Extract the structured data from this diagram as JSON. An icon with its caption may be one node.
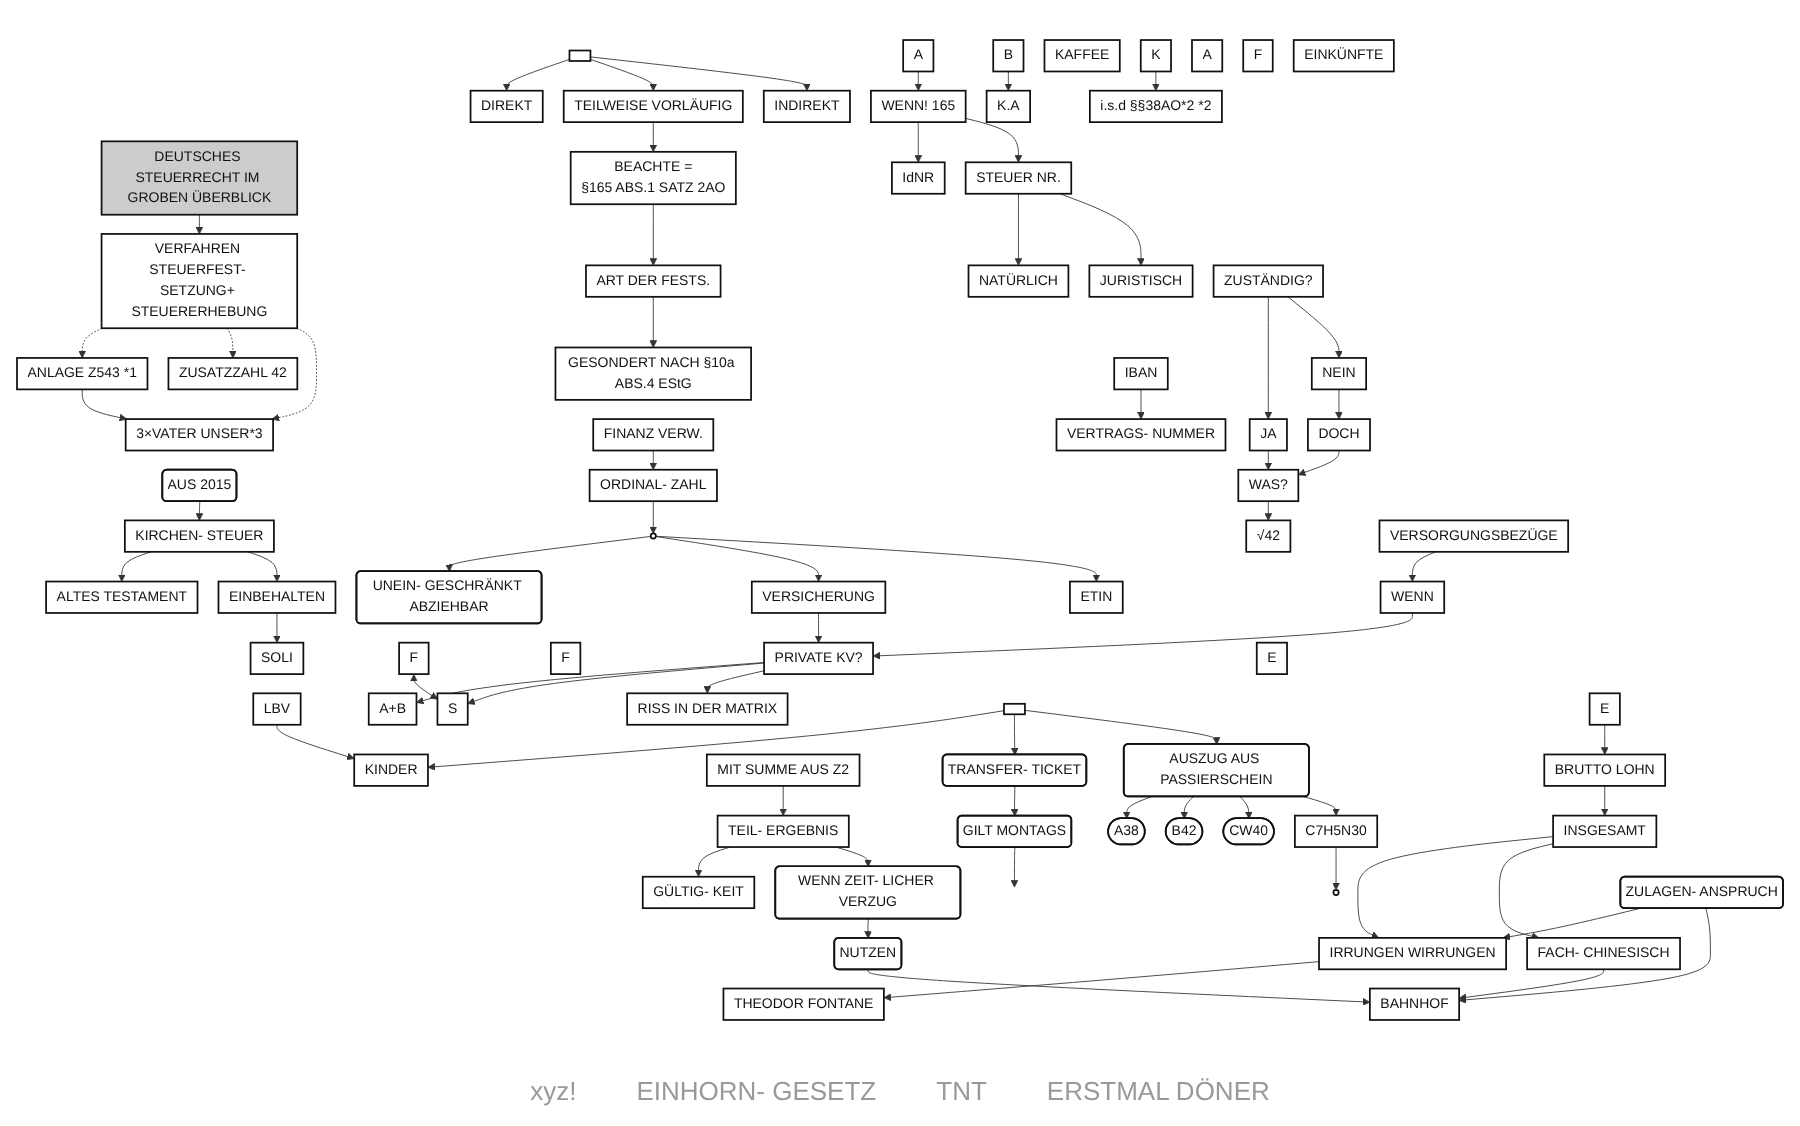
{
  "diagram": {
    "nodes": [
      {
        "text": [
          "DEUTSCHES STEUERRECHT IM GROBEN ÜBERBLICK"
        ]
      },
      {
        "text": [
          "VERFAHREN STEUERFEST- SETZUNG+ STEUERERHEBUNG"
        ]
      },
      {
        "text": [
          "ANLAGE Z543 *1"
        ]
      },
      {
        "text": [
          "ZUSATZZAHL 42"
        ]
      },
      {
        "text": [
          "3×VATER UNSER*3"
        ]
      },
      {
        "text": [],
        "shape": "box"
      },
      {
        "text": [
          "DIREKT"
        ]
      },
      {
        "text": [
          "TEILWEISE VORLÄUFIG"
        ]
      },
      {
        "text": [
          "INDIREKT"
        ]
      },
      {
        "text": [
          "IdNR"
        ]
      },
      {
        "text": [
          "BEACHTE =",
          "§165 ABS.1 SATZ 2AO"
        ]
      },
      {
        "text": [
          "ART DER FESTS."
        ]
      },
      {
        "text": [
          "GESONDERT NACH §10a ABS.4 EStG"
        ]
      },
      {
        "text": [
          "WENN! 165"
        ]
      },
      {
        "text": [
          "A"
        ]
      },
      {
        "text": [
          "B"
        ]
      },
      {
        "text": [
          "STEUER NR."
        ]
      },
      {
        "text": [
          "NATÜRLICH"
        ]
      },
      {
        "text": [
          "JURISTISCH"
        ]
      },
      {
        "text": [
          "KAFFEE"
        ]
      },
      {
        "text": [
          "K.A"
        ]
      },
      {
        "text": [
          "GÜLTIG- KEIT"
        ]
      },
      {
        "text": [
          "AUS 2015"
        ]
      },
      {
        "text": [
          "KIRCHEN- STEUER"
        ]
      },
      {
        "text": [
          "K"
        ]
      },
      {
        "text": [
          "i.s.d §§38AO*2 *2"
        ]
      },
      {
        "text": [
          "FINANZ VERW."
        ]
      },
      {
        "text": [
          "A"
        ]
      },
      {
        "text": [
          "IBAN"
        ]
      },
      {
        "text": [
          "VERTRAGS- NUMMER"
        ]
      },
      {
        "text": [
          "F"
        ]
      },
      {
        "text": [
          "ZUSTÄNDIG?"
        ]
      },
      {
        "text": [
          "JA"
        ]
      },
      {
        "text": [
          "NEIN"
        ]
      },
      {
        "text": [
          "WAS?"
        ]
      },
      {
        "text": [
          "DOCH"
        ]
      },
      {
        "text": [
          "√42"
        ]
      },
      {
        "text": [
          "EINKÜNFTE"
        ]
      },
      {
        "text": [
          "UNEIN- GESCHRÄNKT ABZIEHBAR"
        ]
      },
      {
        "text": [],
        "shape": "circle"
      },
      {
        "text": [
          "ORDINAL- ZAHL"
        ]
      },
      {
        "text": [
          "ALTES TESTAMENT"
        ]
      },
      {
        "text": [
          "VERSICHERUNG"
        ]
      },
      {
        "text": [
          "PRIVATE KV?"
        ]
      },
      {
        "text": [
          "A+B"
        ]
      },
      {
        "text": [
          "ETIN"
        ]
      },
      {
        "text": [
          "EINBEHALTEN"
        ]
      },
      {
        "text": [
          "F"
        ]
      },
      {
        "text": [
          "S"
        ]
      },
      {
        "text": [
          "SOLI"
        ]
      },
      {
        "text": [
          "RISS IN DER MATRIX"
        ]
      },
      {
        "text": [
          "WENN"
        ]
      },
      {
        "text": [
          "VERSORGUNGSBEZÜGE"
        ]
      },
      {
        "text": [
          "LBV"
        ]
      },
      {
        "text": [
          "KINDER"
        ]
      },
      {
        "text": [
          "GILT MONTAGS"
        ]
      },
      {
        "text": [
          "TRANSFER- TICKET"
        ]
      },
      {
        "text": [],
        "shape": "box"
      },
      {
        "text": [
          "F"
        ]
      },
      {
        "text": [
          "E"
        ]
      },
      {
        "text": [
          "AUSZUG AUS PASSIERSCHEIN"
        ]
      },
      {
        "text": [
          "A38"
        ]
      },
      {
        "text": [
          "B42"
        ]
      },
      {
        "text": [
          "CW40"
        ]
      },
      {
        "text": [
          "C7H5N30"
        ]
      },
      {
        "text": [],
        "shape": "circle"
      },
      {
        "text": [
          "TEIL- ERGEBNIS"
        ]
      },
      {
        "text": [
          "WENN ZEIT- LICHER VERZUG"
        ]
      },
      {
        "text": [
          "MIT SUMME AUS Z2"
        ]
      },
      {
        "text": [
          "E"
        ]
      },
      {
        "text": [
          "BRUTTO LOHN"
        ]
      },
      {
        "text": [
          "INSGESAMT"
        ]
      },
      {
        "text": [
          "IRRUNGEN WIRRUNGEN"
        ]
      },
      {
        "text": [
          "THEODOR FONTANE"
        ]
      },
      {
        "text": [
          "FACH- CHINESISCH"
        ]
      },
      {
        "text": [
          "NUTZEN"
        ]
      },
      {
        "text": [
          "ZULAGEN- ANSPRUCH"
        ]
      },
      {
        "text": [
          "BAHNHOF"
        ]
      }
    ],
    "edges": [
      {
        "from": 0,
        "to": 1,
        "arrow": "to"
      },
      {
        "from": 1,
        "to": 2,
        "arrow": "to",
        "style": "dashed"
      },
      {
        "from": 1,
        "to": 3,
        "arrow": "to",
        "style": "dashed"
      },
      {
        "from": 1,
        "to": 4,
        "arrow": "to",
        "style": "dashed"
      },
      {
        "from": 2,
        "to": 4,
        "arrow": "to"
      },
      {
        "from": 5,
        "to": 6,
        "arrow": "to"
      },
      {
        "from": 5,
        "to": 7,
        "arrow": "to"
      },
      {
        "from": 5,
        "to": 8,
        "arrow": "to"
      },
      {
        "from": 7,
        "to": 10,
        "arrow": "to"
      },
      {
        "from": 10,
        "to": 11,
        "arrow": "to"
      },
      {
        "from": 11,
        "to": 12,
        "arrow": "to"
      },
      {
        "from": 14,
        "to": 13,
        "arrow": "to"
      },
      {
        "from": 13,
        "to": 9,
        "arrow": "to"
      },
      {
        "from": 13,
        "to": 16,
        "arrow": "to"
      },
      {
        "from": 16,
        "to": 17,
        "arrow": "to"
      },
      {
        "from": 16,
        "to": 18,
        "arrow": "to"
      },
      {
        "from": 15,
        "to": 20,
        "arrow": "to"
      },
      {
        "from": 22,
        "to": 23,
        "arrow": "to"
      },
      {
        "from": 23,
        "to": 41,
        "arrow": "to"
      },
      {
        "from": 23,
        "to": 46,
        "arrow": "to"
      },
      {
        "from": 46,
        "to": 49,
        "arrow": "to"
      },
      {
        "from": 24,
        "to": 25,
        "arrow": "to"
      },
      {
        "from": 26,
        "to": 40,
        "arrow": "to"
      },
      {
        "from": 28,
        "to": 29,
        "arrow": "to"
      },
      {
        "from": 31,
        "to": 32,
        "arrow": "to"
      },
      {
        "from": 31,
        "to": 33,
        "arrow": "to"
      },
      {
        "from": 32,
        "to": 34,
        "arrow": "to"
      },
      {
        "from": 33,
        "to": 35,
        "arrow": "to"
      },
      {
        "from": 35,
        "to": 34,
        "arrow": "to"
      },
      {
        "from": 34,
        "to": 36,
        "arrow": "to"
      },
      {
        "from": 40,
        "to": 39,
        "arrow": "to"
      },
      {
        "from": 39,
        "to": 38,
        "arrow": "to"
      },
      {
        "from": 39,
        "to": 42,
        "arrow": "to"
      },
      {
        "from": 39,
        "to": 45,
        "arrow": "to"
      },
      {
        "from": 42,
        "to": 43,
        "arrow": "to"
      },
      {
        "from": 43,
        "to": 44,
        "arrow": "to"
      },
      {
        "from": 43,
        "to": 48,
        "arrow": "to"
      },
      {
        "from": 47,
        "to": 48,
        "arrow": "both"
      },
      {
        "from": 43,
        "to": 50,
        "arrow": "to"
      },
      {
        "from": 51,
        "to": 43,
        "arrow": "to"
      },
      {
        "from": 52,
        "to": 51,
        "arrow": "to"
      },
      {
        "from": 53,
        "to": 54,
        "arrow": "to"
      },
      {
        "from": 56,
        "to": 55,
        "arrow": "to"
      },
      {
        "from": 55,
        "to": null,
        "arrow": "to"
      },
      {
        "from": 57,
        "to": 54,
        "arrow": "to"
      },
      {
        "from": 57,
        "to": 56,
        "arrow": "to"
      },
      {
        "from": 57,
        "to": 60,
        "arrow": "to"
      },
      {
        "from": 60,
        "to": 61,
        "arrow": "to"
      },
      {
        "from": 60,
        "to": 62,
        "arrow": "to"
      },
      {
        "from": 60,
        "to": 63,
        "arrow": "to"
      },
      {
        "from": 60,
        "to": 64,
        "arrow": "to"
      },
      {
        "from": 64,
        "to": 65,
        "arrow": "to"
      },
      {
        "from": 68,
        "to": 66,
        "arrow": "to"
      },
      {
        "from": 66,
        "to": 21,
        "arrow": "to"
      },
      {
        "from": 66,
        "to": 67,
        "arrow": "to"
      },
      {
        "from": 69,
        "to": 70,
        "arrow": "to"
      },
      {
        "from": 70,
        "to": 71,
        "arrow": "to"
      },
      {
        "from": 71,
        "to": 72,
        "arrow": "to"
      },
      {
        "from": 71,
        "to": 74,
        "arrow": "to"
      },
      {
        "from": 72,
        "to": 73,
        "arrow": "to"
      },
      {
        "from": 76,
        "to": 72,
        "arrow": "to"
      },
      {
        "from": 76,
        "to": 77,
        "arrow": "to"
      },
      {
        "from": 74,
        "to": 77,
        "arrow": "to"
      },
      {
        "from": 67,
        "to": 75,
        "arrow": "to"
      },
      {
        "from": 75,
        "to": 77,
        "arrow": "to"
      }
    ],
    "labels": [
      "xyz!",
      "EINHORN- GESETZ",
      "TNT",
      "ERSTMAL DÖNER"
    ]
  }
}
